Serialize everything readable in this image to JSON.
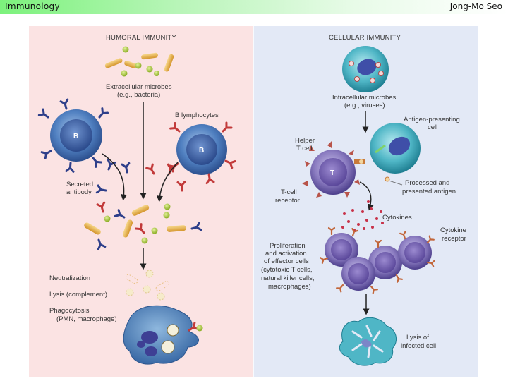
{
  "header": {
    "title": "Immunology",
    "author": "Jong-Mo Seo"
  },
  "humoral": {
    "title": "HUMORAL IMMUNITY",
    "microbes_l1": "Extracellular microbes",
    "microbes_l2": "(e.g., bacteria)",
    "b_lymphocytes": "B lymphocytes",
    "b_cell": "B",
    "secreted_l1": "Secreted",
    "secreted_l2": "antibody",
    "neutralization": "Neutralization",
    "lysis": "Lysis (complement)",
    "phago_l1": "Phagocytosis",
    "phago_l2": "(PMN, macrophage)"
  },
  "cellular": {
    "title": "CELLULAR IMMUNITY",
    "microbes_l1": "Intracellular microbes",
    "microbes_l2": "(e.g., viruses)",
    "apc_l1": "Antigen-presenting",
    "apc_l2": "cell",
    "helper_l1": "Helper",
    "helper_l2": "T cell",
    "t_cell": "T",
    "processed_l1": "Processed and",
    "processed_l2": "presented antigen",
    "tcr_l1": "T-cell",
    "tcr_l2": "receptor",
    "cytokines": "Cytokines",
    "cyto_rec_l1": "Cytokine",
    "cyto_rec_l2": "receptor",
    "prolif_l1": "Proliferation",
    "prolif_l2": "and activation",
    "prolif_l3": "of effector cells",
    "prolif_l4": "(cytotoxic T cells,",
    "prolif_l5": "natural killer cells,",
    "prolif_l6": "macrophages)",
    "lysis_l1": "Lysis of",
    "lysis_l2": "infected cell"
  },
  "colors": {
    "humoral_bg": "#fbe3e3",
    "cellular_bg": "#e3e9f6",
    "b_cell": "#4f7fc0",
    "t_cell": "#8a7bc0",
    "apc": "#4fb6c6",
    "antibody_blue": "#2e3f8a",
    "antibody_red": "#c23a3a",
    "bacteria": "#e9b34a",
    "cytokine": "#c8324a"
  }
}
